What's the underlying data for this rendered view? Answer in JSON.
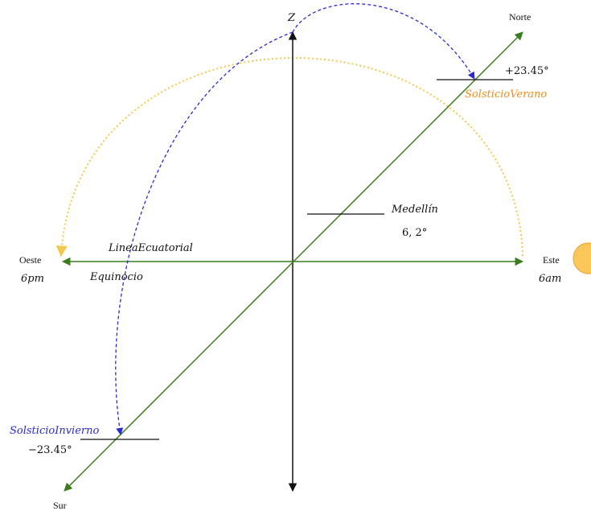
{
  "labels": {
    "zenith": "Z",
    "north": "Norte",
    "south": "Sur",
    "west": "Oeste",
    "east": "Este",
    "west_time": "6pm",
    "east_time": "6am",
    "summer_angle": "+23.45°",
    "summer_solstice": "SolsticioVerano",
    "winter_solstice": "SolsticioInvierno",
    "winter_angle": "−23.45°",
    "city": "Medellín",
    "city_latitude": "6, 2°",
    "equator": "LineaEcuatorial",
    "equinox": "Equinocio"
  },
  "colors": {
    "axis_black": "#111111",
    "ns_green": "#3a7d1e",
    "equinox_arc": "#f2c94c",
    "solstice_arc": "#2a2ad0",
    "summer_text": "#f28c1e",
    "winter_text": "#2a2ad0",
    "sun_fill": "#fbc65a",
    "sun_stroke": "#f3a93a"
  },
  "icons": {
    "sun": "sun-icon"
  }
}
